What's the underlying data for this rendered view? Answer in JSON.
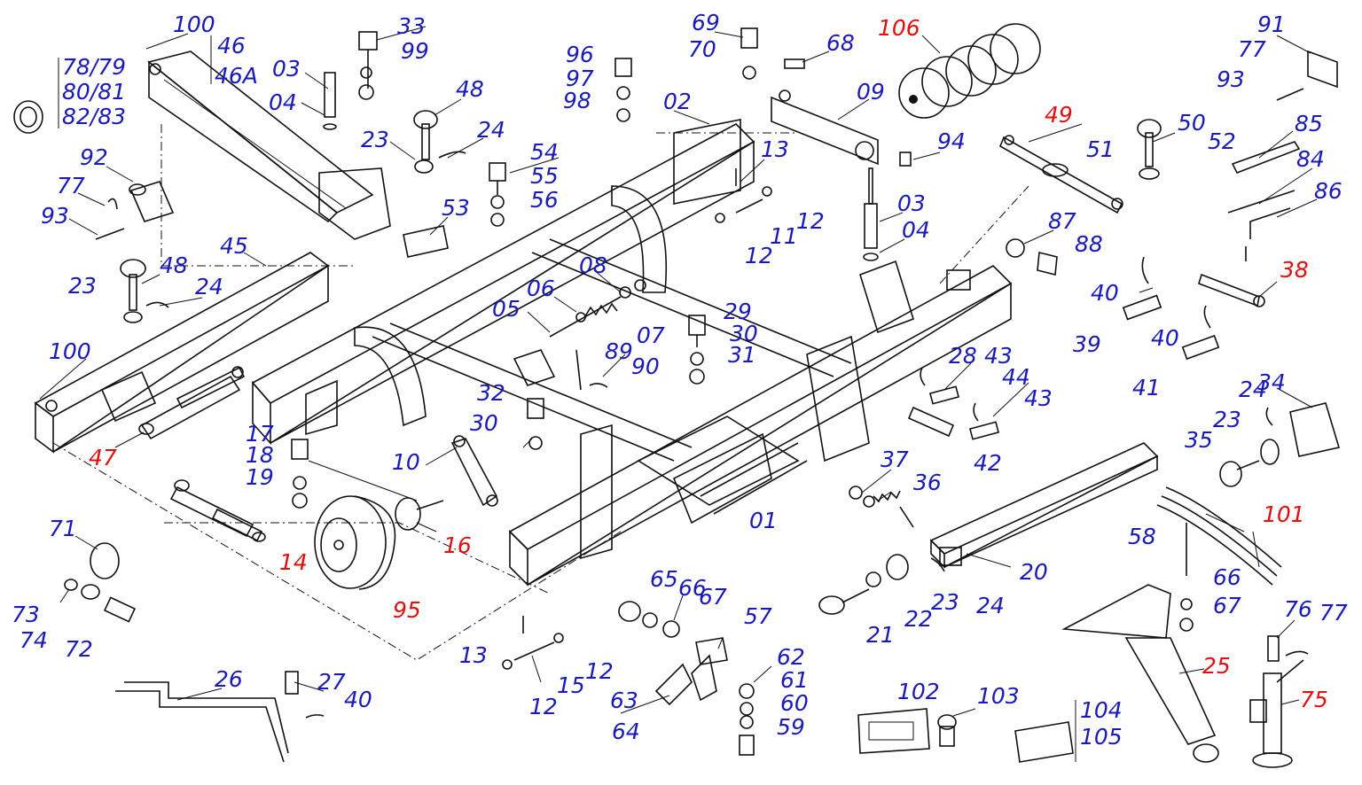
{
  "colors": {
    "label_standard": "#1a1ab8",
    "label_highlight": "#e01010",
    "line": "#111111"
  },
  "labels": [
    {
      "text": "100",
      "red": false
    },
    {
      "text": "46",
      "red": false
    },
    {
      "text": "46A",
      "red": false
    },
    {
      "text": "78/79",
      "red": false
    },
    {
      "text": "80/81",
      "red": false
    },
    {
      "text": "82/83",
      "red": false
    },
    {
      "text": "03",
      "red": false
    },
    {
      "text": "04",
      "red": false
    },
    {
      "text": "33",
      "red": false
    },
    {
      "text": "99",
      "red": false
    },
    {
      "text": "48",
      "red": false
    },
    {
      "text": "23",
      "red": false
    },
    {
      "text": "24",
      "red": false
    },
    {
      "text": "92",
      "red": false
    },
    {
      "text": "77",
      "red": false
    },
    {
      "text": "93",
      "red": false
    },
    {
      "text": "53",
      "red": false
    },
    {
      "text": "54",
      "red": false
    },
    {
      "text": "55",
      "red": false
    },
    {
      "text": "56",
      "red": false
    },
    {
      "text": "96",
      "red": false
    },
    {
      "text": "97",
      "red": false
    },
    {
      "text": "98",
      "red": false
    },
    {
      "text": "02",
      "red": false
    },
    {
      "text": "69",
      "red": false
    },
    {
      "text": "70",
      "red": false
    },
    {
      "text": "68",
      "red": false
    },
    {
      "text": "106",
      "red": true
    },
    {
      "text": "09",
      "red": false
    },
    {
      "text": "94",
      "red": false
    },
    {
      "text": "91",
      "red": false
    },
    {
      "text": "77",
      "red": false
    },
    {
      "text": "93",
      "red": false
    },
    {
      "text": "49",
      "red": true
    },
    {
      "text": "50",
      "red": false
    },
    {
      "text": "51",
      "red": false
    },
    {
      "text": "52",
      "red": false
    },
    {
      "text": "85",
      "red": false
    },
    {
      "text": "84",
      "red": false
    },
    {
      "text": "86",
      "red": false
    },
    {
      "text": "13",
      "red": false
    },
    {
      "text": "12",
      "red": false
    },
    {
      "text": "11",
      "red": false
    },
    {
      "text": "12",
      "red": false
    },
    {
      "text": "03",
      "red": false
    },
    {
      "text": "04",
      "red": false
    },
    {
      "text": "87",
      "red": false
    },
    {
      "text": "88",
      "red": false
    },
    {
      "text": "45",
      "red": false
    },
    {
      "text": "48",
      "red": false
    },
    {
      "text": "23",
      "red": false
    },
    {
      "text": "24",
      "red": false
    },
    {
      "text": "100",
      "red": false
    },
    {
      "text": "47",
      "red": true
    },
    {
      "text": "08",
      "red": false
    },
    {
      "text": "06",
      "red": false
    },
    {
      "text": "05",
      "red": false
    },
    {
      "text": "07",
      "red": false
    },
    {
      "text": "89",
      "red": false
    },
    {
      "text": "90",
      "red": false
    },
    {
      "text": "29",
      "red": false
    },
    {
      "text": "30",
      "red": false
    },
    {
      "text": "31",
      "red": false
    },
    {
      "text": "40",
      "red": false
    },
    {
      "text": "38",
      "red": true
    },
    {
      "text": "39",
      "red": false
    },
    {
      "text": "40",
      "red": false
    },
    {
      "text": "41",
      "red": false
    },
    {
      "text": "28",
      "red": false
    },
    {
      "text": "43",
      "red": false
    },
    {
      "text": "44",
      "red": false
    },
    {
      "text": "43",
      "red": false
    },
    {
      "text": "42",
      "red": false
    },
    {
      "text": "24",
      "red": false
    },
    {
      "text": "34",
      "red": false
    },
    {
      "text": "23",
      "red": false
    },
    {
      "text": "35",
      "red": false
    },
    {
      "text": "32",
      "red": false
    },
    {
      "text": "30",
      "red": false
    },
    {
      "text": "17",
      "red": false
    },
    {
      "text": "18",
      "red": false
    },
    {
      "text": "19",
      "red": false
    },
    {
      "text": "10",
      "red": false
    },
    {
      "text": "16",
      "red": true
    },
    {
      "text": "14",
      "red": true
    },
    {
      "text": "95",
      "red": true
    },
    {
      "text": "37",
      "red": false
    },
    {
      "text": "36",
      "red": false
    },
    {
      "text": "01",
      "red": false
    },
    {
      "text": "71",
      "red": false
    },
    {
      "text": "73",
      "red": false
    },
    {
      "text": "74",
      "red": false
    },
    {
      "text": "72",
      "red": false
    },
    {
      "text": "101",
      "red": true
    },
    {
      "text": "58",
      "red": false
    },
    {
      "text": "20",
      "red": false
    },
    {
      "text": "66",
      "red": false
    },
    {
      "text": "67",
      "red": false
    },
    {
      "text": "21",
      "red": false
    },
    {
      "text": "22",
      "red": false
    },
    {
      "text": "23",
      "red": false
    },
    {
      "text": "24",
      "red": false
    },
    {
      "text": "65",
      "red": false
    },
    {
      "text": "66",
      "red": false
    },
    {
      "text": "67",
      "red": false
    },
    {
      "text": "57",
      "red": false
    },
    {
      "text": "13",
      "red": false
    },
    {
      "text": "12",
      "red": false
    },
    {
      "text": "15",
      "red": false
    },
    {
      "text": "12",
      "red": false
    },
    {
      "text": "62",
      "red": false
    },
    {
      "text": "61",
      "red": false
    },
    {
      "text": "60",
      "red": false
    },
    {
      "text": "59",
      "red": false
    },
    {
      "text": "63",
      "red": false
    },
    {
      "text": "64",
      "red": false
    },
    {
      "text": "26",
      "red": false
    },
    {
      "text": "27",
      "red": false
    },
    {
      "text": "40",
      "red": false
    },
    {
      "text": "102",
      "red": false
    },
    {
      "text": "103",
      "red": false
    },
    {
      "text": "104",
      "red": false
    },
    {
      "text": "105",
      "red": false
    },
    {
      "text": "76",
      "red": false
    },
    {
      "text": "77",
      "red": false
    },
    {
      "text": "25",
      "red": true
    },
    {
      "text": "75",
      "red": true
    }
  ]
}
